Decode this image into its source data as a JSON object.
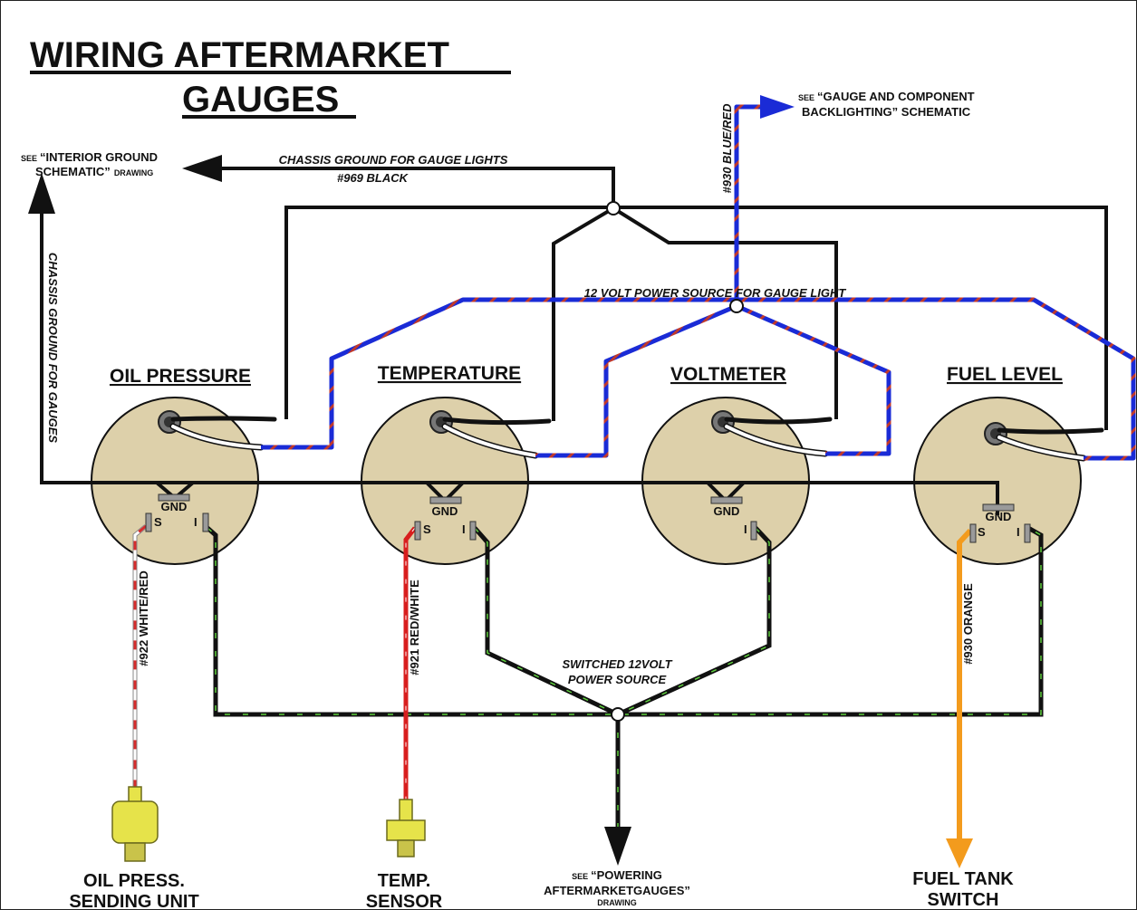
{
  "title": {
    "line1": "WIRING AFTERMARKET",
    "line2": "GAUGES"
  },
  "colors": {
    "gauge_face": "#ddd0aa",
    "power_wire": "#1a2bd6",
    "power_stripe": "#c0392b",
    "ground_wire": "#111111",
    "switched_stripe": "#5fcf3e",
    "oil_wire_stripe": "#d62c2c",
    "temp_wire": "#d81e1e",
    "fuel_wire": "#f39b1d",
    "sender_yellow": "#e6e34a"
  },
  "gauges": [
    {
      "label": "OIL PRESSURE",
      "gnd": "GND",
      "s": "S",
      "i": "I"
    },
    {
      "label": "TEMPERATURE",
      "gnd": "GND",
      "s": "S",
      "i": "I"
    },
    {
      "label": "VOLTMETER",
      "gnd": "GND",
      "i": "I"
    },
    {
      "label": "FUEL LEVEL",
      "gnd": "GND",
      "s": "S",
      "i": "I"
    }
  ],
  "notes": {
    "interior_ground": {
      "see": "SEE",
      "line1": "“INTERIOR GROUND",
      "line2": "SCHEMATIC”",
      "drawing": "DRAWING"
    },
    "chassis_lights": {
      "line1": "CHASSIS GROUND FOR GAUGE LIGHTS",
      "line2": "#969 BLACK"
    },
    "backlighting": {
      "see": "SEE",
      "line1": "“GAUGE AND COMPONENT",
      "line2": "BACKLIGHTING” SCHEMATIC"
    },
    "blue_red": "#930 BLUE/RED",
    "power_12v": "12 VOLT POWER SOURCE FOR GAUGE LIGHT",
    "chassis_gauges": "CHASSIS GROUND FOR GAUGES",
    "switched": {
      "line1": "SWITCHED 12VOLT",
      "line2": "POWER SOURCE"
    },
    "powering": {
      "see": "SEE",
      "line1": "“POWERING",
      "line2": "AFTERMARKETGAUGES”",
      "drawing": "DRAWING"
    }
  },
  "wires": {
    "oil": "#922 WHITE/RED",
    "temp": "#921 RED/WHITE",
    "fuel": "#930 ORANGE"
  },
  "senders": {
    "oil": {
      "line1": "OIL PRESS.",
      "line2": "SENDING UNIT"
    },
    "temp": {
      "line1": "TEMP.",
      "line2": "SENSOR"
    },
    "fuel": {
      "line1": "FUEL TANK",
      "line2": "SWITCH"
    }
  }
}
